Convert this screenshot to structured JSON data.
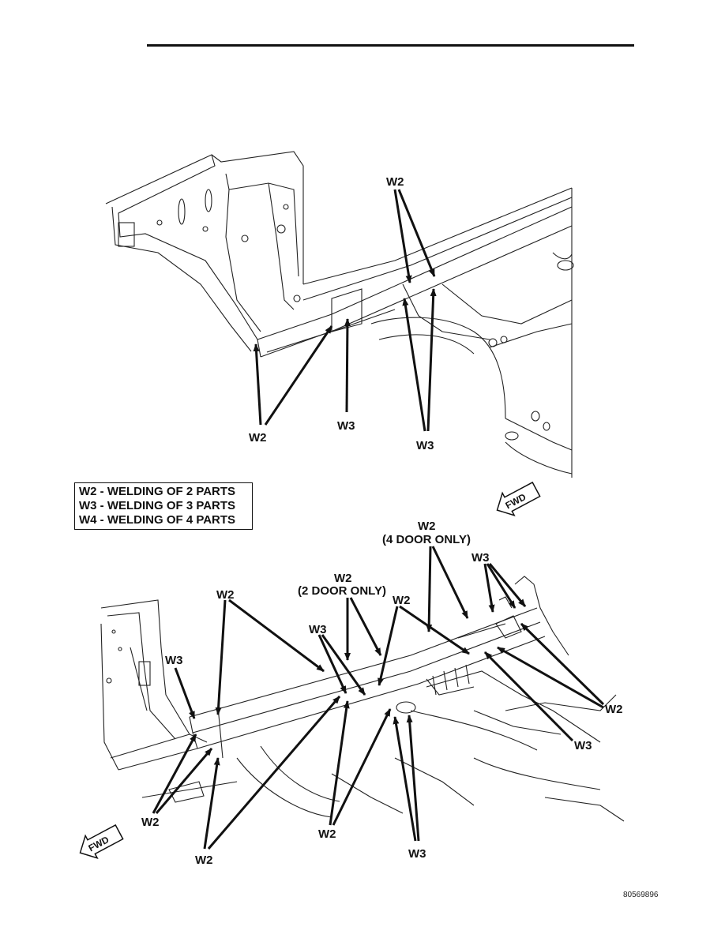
{
  "legend": {
    "items": [
      "W2 - WELDING OF 2 PARTS",
      "W3 - WELDING OF 3 PARTS",
      "W4 - WELDING OF 4 PARTS"
    ]
  },
  "upper_figure": {
    "labels": {
      "w2_top": "W2",
      "w2_left": "W2",
      "w3_mid": "W3",
      "w3_right": "W3",
      "fwd": "FWD"
    }
  },
  "lower_figure": {
    "labels": {
      "w2_4door": "W2",
      "w2_4door_note": "(4 DOOR ONLY)",
      "w3_top_right": "W3",
      "w2_2door": "W2",
      "w2_2door_note": "(2 DOOR ONLY)",
      "w2_top_left": "W2",
      "w3_left": "W3",
      "w3_center": "W3",
      "w2_center": "W2",
      "w2_right": "W2",
      "w3_right": "W3",
      "w2_bottom_left": "W2",
      "w2_bottom_center": "W2",
      "w2_bottom": "W2",
      "w3_bottom": "W3",
      "fwd": "FWD"
    }
  },
  "figure_id": "80569896"
}
